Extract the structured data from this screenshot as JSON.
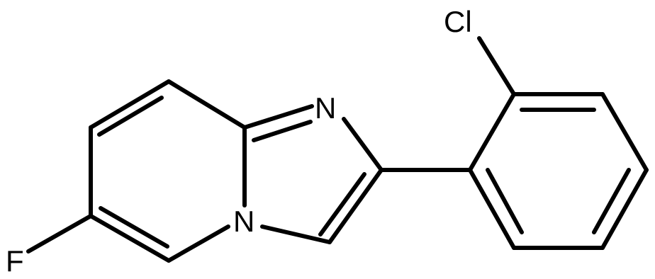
{
  "structure": {
    "atoms": [
      {
        "id": "N_imine",
        "label": "N"
      },
      {
        "id": "N_bridge",
        "label": "N"
      },
      {
        "id": "F",
        "label": "F"
      },
      {
        "id": "Cl",
        "label": "Cl"
      }
    ]
  }
}
